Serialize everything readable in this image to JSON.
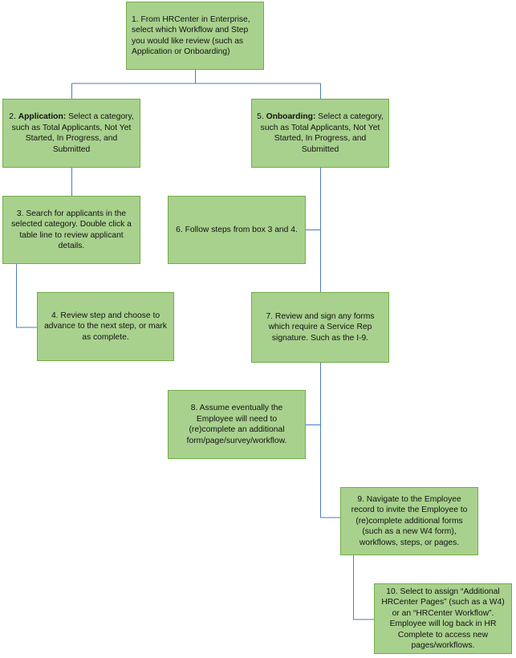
{
  "boxes": {
    "b1": {
      "text": "1. From HRCenter in Enterprise, select which Workflow and Step you would like review (such as Application or Onboarding)"
    },
    "b2": {
      "bold": "Application:",
      "prefix": "2. ",
      "rest": " Select a category, such as Total Applicants, Not Yet Started, In Progress, and Submitted"
    },
    "b3": {
      "text": "3. Search for applicants in the selected category. Double click a table line to review applicant details."
    },
    "b4": {
      "text": "4. Review step and choose to advance to the next step, or mark as complete."
    },
    "b5": {
      "bold": "Onboarding:",
      "prefix": "5. ",
      "rest": " Select a category, such as Total Applicants, Not Yet Started, In Progress, and Submitted"
    },
    "b6": {
      "text": "6. Follow steps from box 3 and 4."
    },
    "b7": {
      "text": "7. Review and sign any forms which require a Service Rep signature. Such as the I-9."
    },
    "b8": {
      "text": "8. Assume eventually the Employee will need to (re)complete an additional form/page/survey/workflow."
    },
    "b9": {
      "text": "9. Navigate to the Employee record to invite the Employee to (re)complete additional forms (such as a new W4 form), workflows, steps, or pages."
    },
    "b10": {
      "text": "10. Select to assign “Additional HRCenter Pages” (such as a W4) or an “HRCenter Workflow”. Employee will log back in HR Complete to access new pages/workflows."
    }
  },
  "colors": {
    "fill": "#a9d18e",
    "border": "#70ad47",
    "line": "#4a7ebb"
  }
}
